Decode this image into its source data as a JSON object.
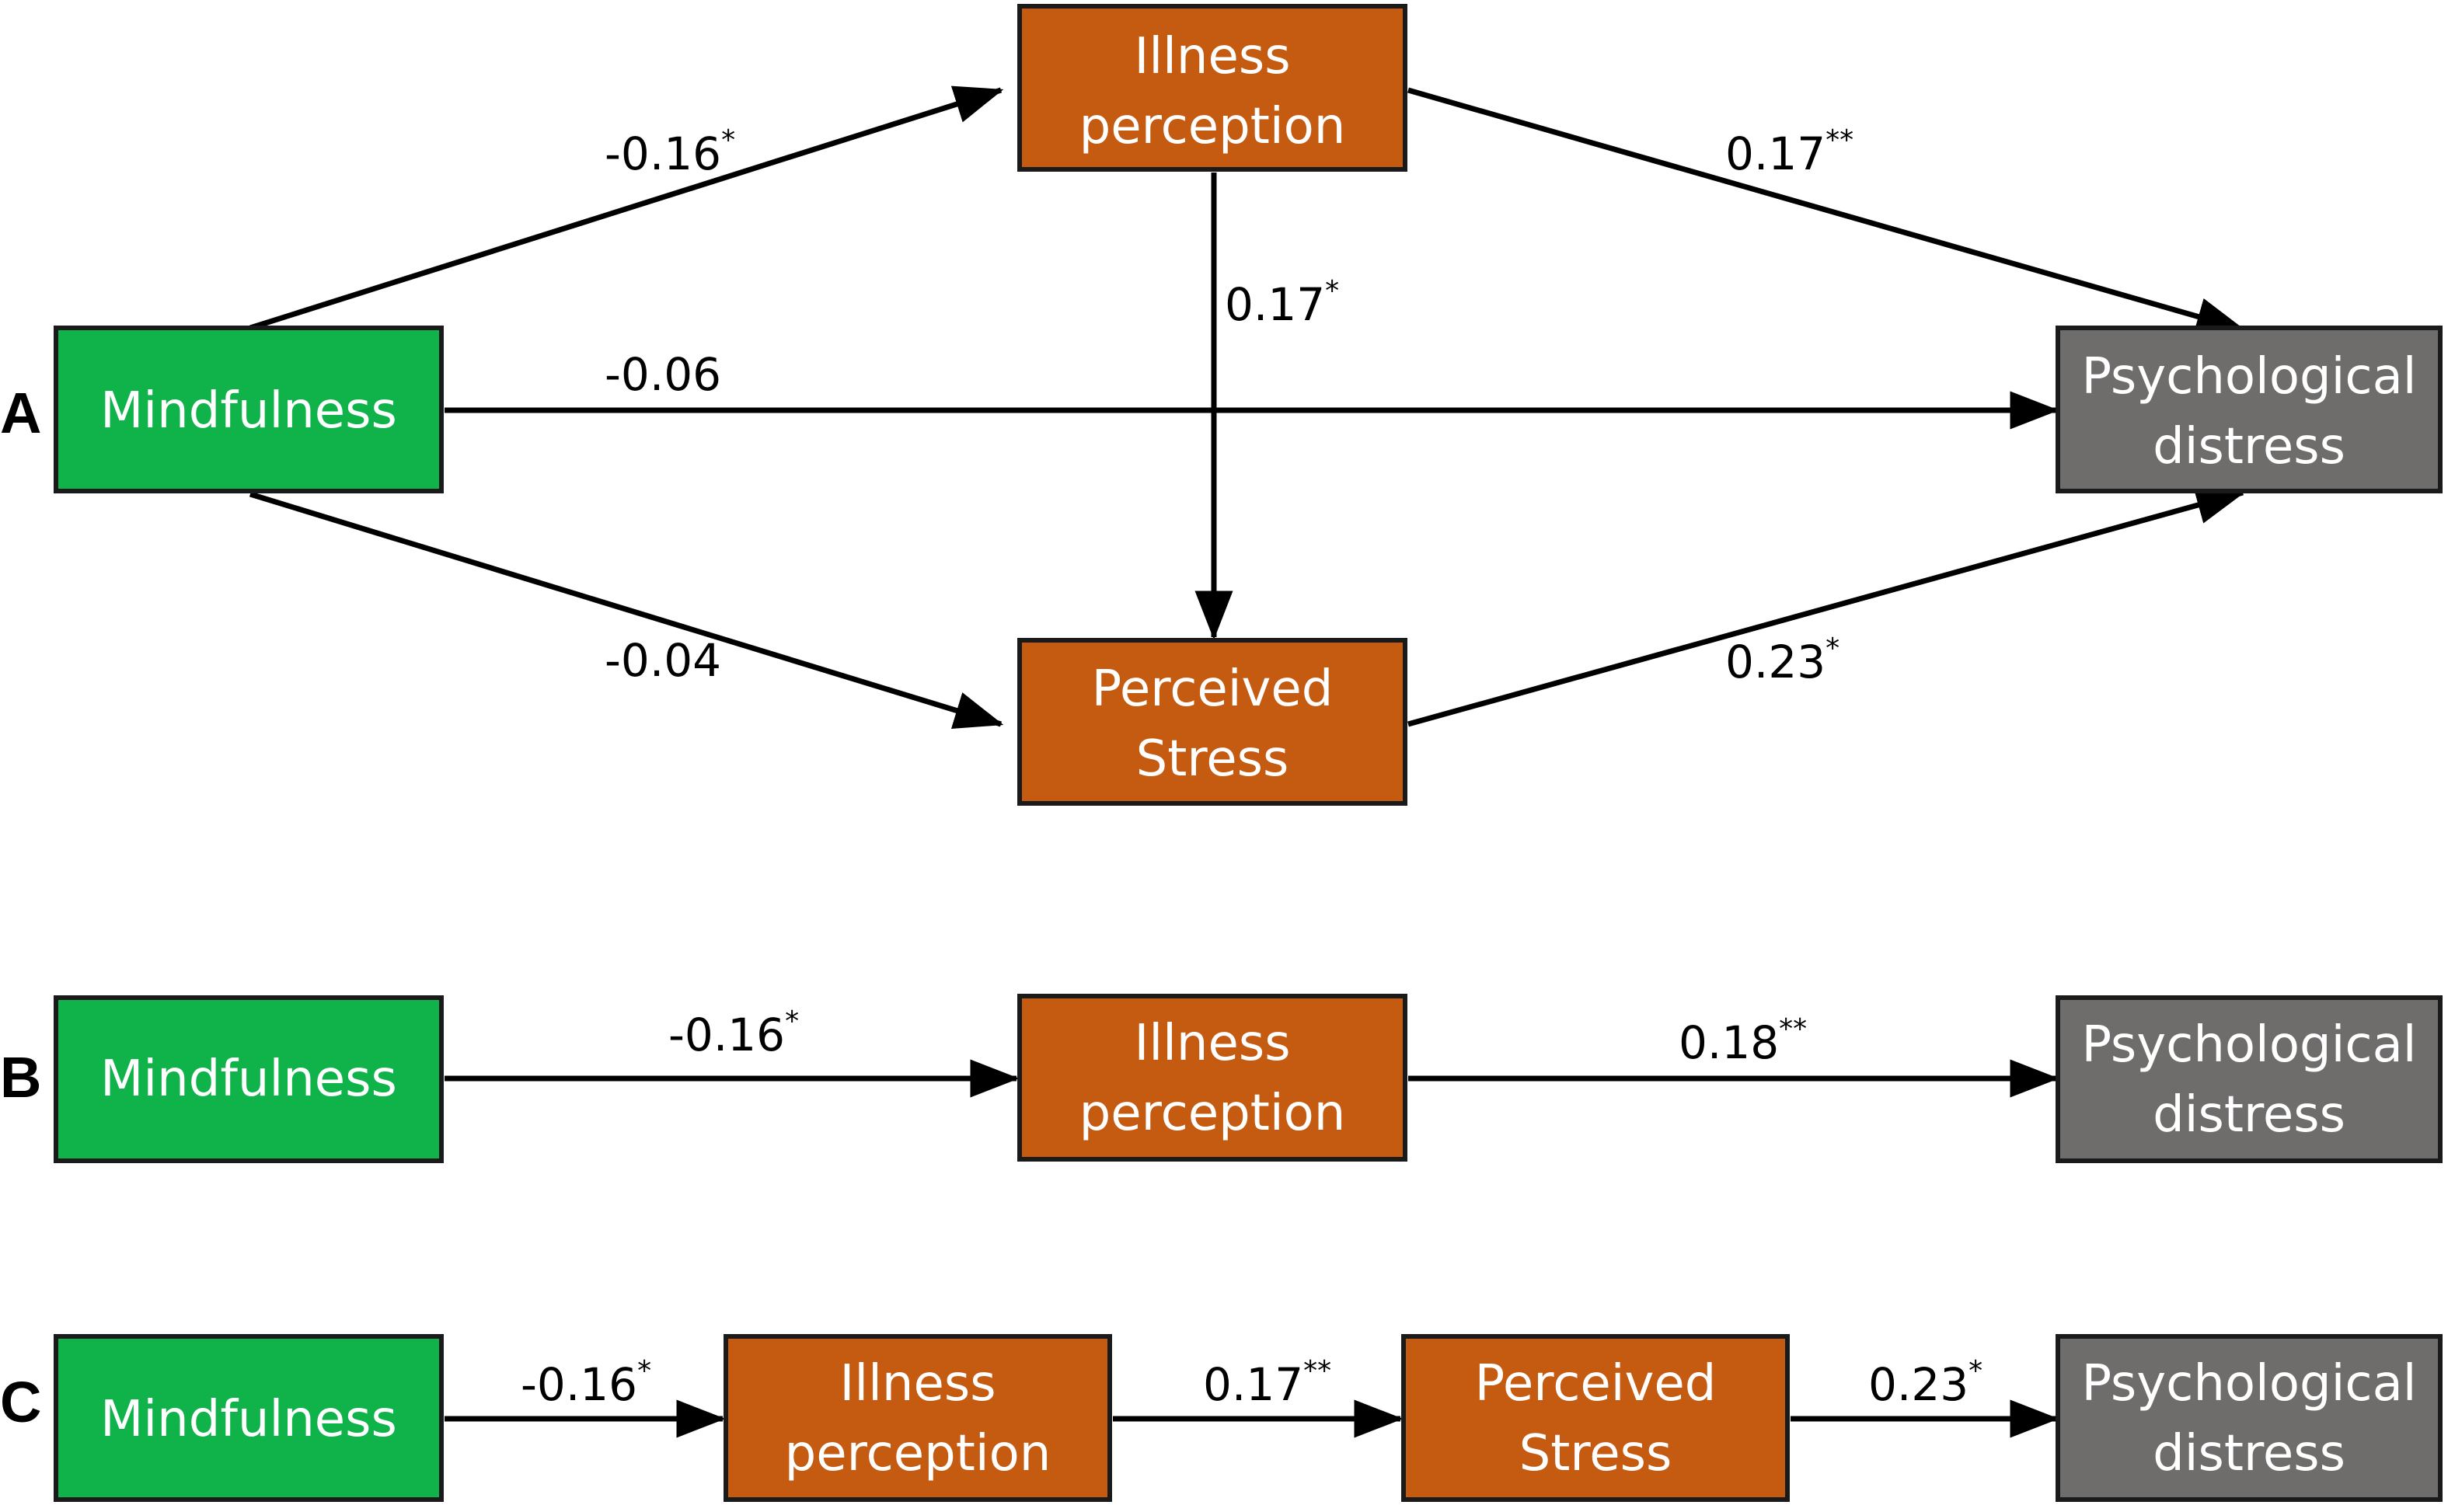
{
  "colors": {
    "predictor": "#0fb34a",
    "mediator": "#c55a11",
    "outcome": "#6f6c6c",
    "line": "#000000"
  },
  "panels": {
    "A": {
      "label": "A",
      "nodes": {
        "mindfulness": [
          "Mindfulness"
        ],
        "illness": [
          "Illness",
          "perception"
        ],
        "stress": [
          "Perceived",
          "Stress"
        ],
        "distress": [
          "Psychological",
          "distress"
        ]
      },
      "edges": {
        "m_i": {
          "value": "-0.16",
          "sig": "*"
        },
        "i_d": {
          "value": "0.17",
          "sig": "**"
        },
        "i_s": {
          "value": "0.17",
          "sig": "*"
        },
        "m_d": {
          "value": "-0.06",
          "sig": ""
        },
        "m_s": {
          "value": "-0.04",
          "sig": ""
        },
        "s_d": {
          "value": "0.23",
          "sig": "*"
        }
      }
    },
    "B": {
      "label": "B",
      "nodes": {
        "mindfulness": [
          "Mindfulness"
        ],
        "illness": [
          "Illness",
          "perception"
        ],
        "distress": [
          "Psychological",
          "distress"
        ]
      },
      "edges": {
        "m_i": {
          "value": "-0.16",
          "sig": "*"
        },
        "i_d": {
          "value": "0.18",
          "sig": "**"
        }
      }
    },
    "C": {
      "label": "C",
      "nodes": {
        "mindfulness": [
          "Mindfulness"
        ],
        "illness": [
          "Illness",
          "perception"
        ],
        "stress": [
          "Perceived",
          "Stress"
        ],
        "distress": [
          "Psychological",
          "distress"
        ]
      },
      "edges": {
        "m_i": {
          "value": "-0.16",
          "sig": "*"
        },
        "i_s": {
          "value": "0.17",
          "sig": "**"
        },
        "s_d": {
          "value": "0.23",
          "sig": "*"
        }
      }
    }
  }
}
